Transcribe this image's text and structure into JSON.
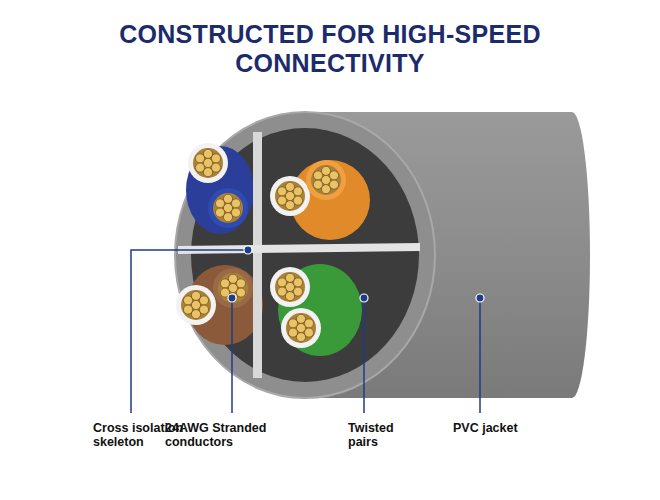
{
  "diagram": {
    "title": "CONSTRUCTED FOR HIGH-SPEED CONNECTIVITY",
    "labels": [
      "Cross isolation skeleton",
      "24AWG Stranded conductors",
      "Twisted pairs",
      "PVC jacket"
    ]
  }
}
